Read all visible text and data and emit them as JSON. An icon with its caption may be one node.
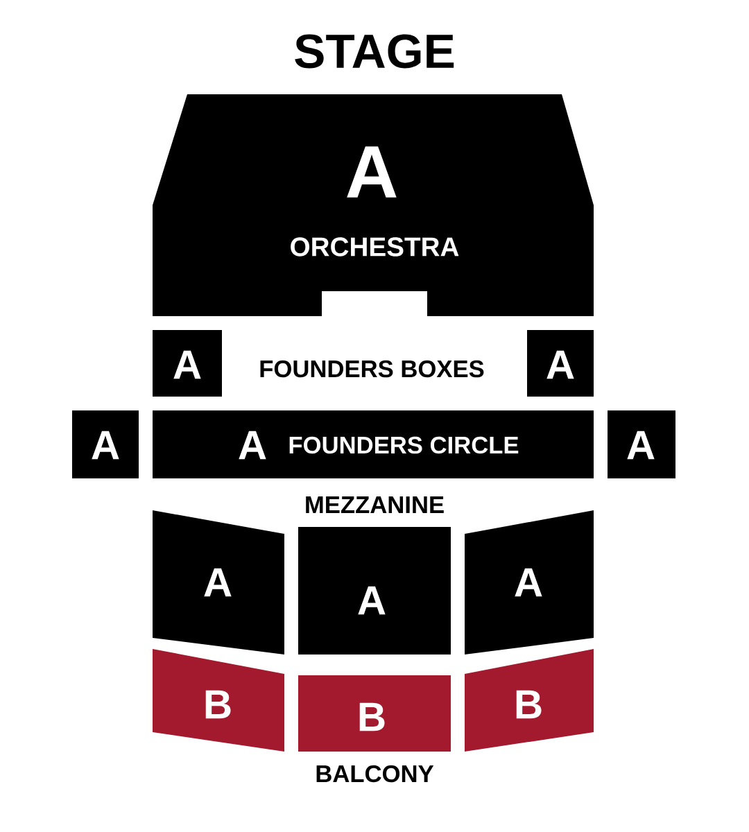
{
  "diagram": {
    "title": "STAGE",
    "nodes": [
      {
        "text": [
          "A",
          "ORCHESTRA"
        ]
      },
      {
        "text": [
          "A"
        ]
      },
      {
        "text": [
          "A"
        ]
      },
      {
        "text": [
          "A"
        ]
      },
      {
        "text": [
          "A",
          "FOUNDERS CIRCLE"
        ]
      },
      {
        "text": [
          "A"
        ]
      },
      {
        "text": [
          "A"
        ]
      },
      {
        "text": [
          "A"
        ]
      },
      {
        "text": [
          "A"
        ]
      },
      {
        "text": [
          "B"
        ]
      },
      {
        "text": [
          "B"
        ]
      },
      {
        "text": [
          "B"
        ]
      }
    ],
    "labels": [
      "FOUNDERS BOXES",
      "MEZZANINE",
      "BALCONY"
    ]
  }
}
